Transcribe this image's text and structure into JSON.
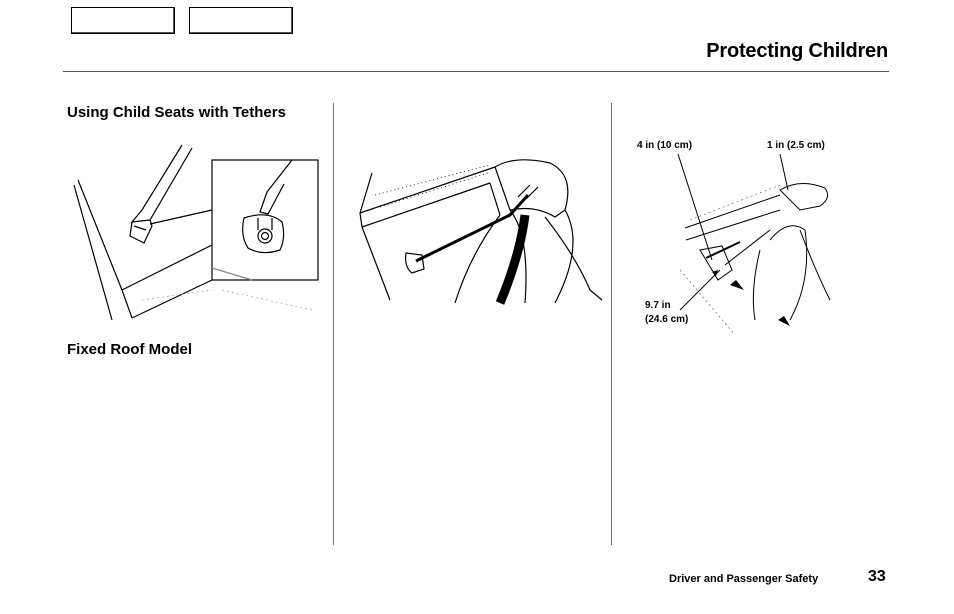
{
  "header": {
    "title": "Protecting Children"
  },
  "navigation": {
    "prev_button": "",
    "next_button": ""
  },
  "sections": {
    "heading_1": "Using Child Seats with Tethers",
    "heading_2": "Fixed Roof Model"
  },
  "diagram_labels": {
    "distance_4in": "4 in (10 cm)",
    "distance_1in": "1 in (2.5 cm)",
    "distance_97in_line1": "9.7 in",
    "distance_97in_line2": "(24.6 cm)"
  },
  "footer": {
    "section_name": "Driver and Passenger Safety",
    "page_number": "33"
  }
}
